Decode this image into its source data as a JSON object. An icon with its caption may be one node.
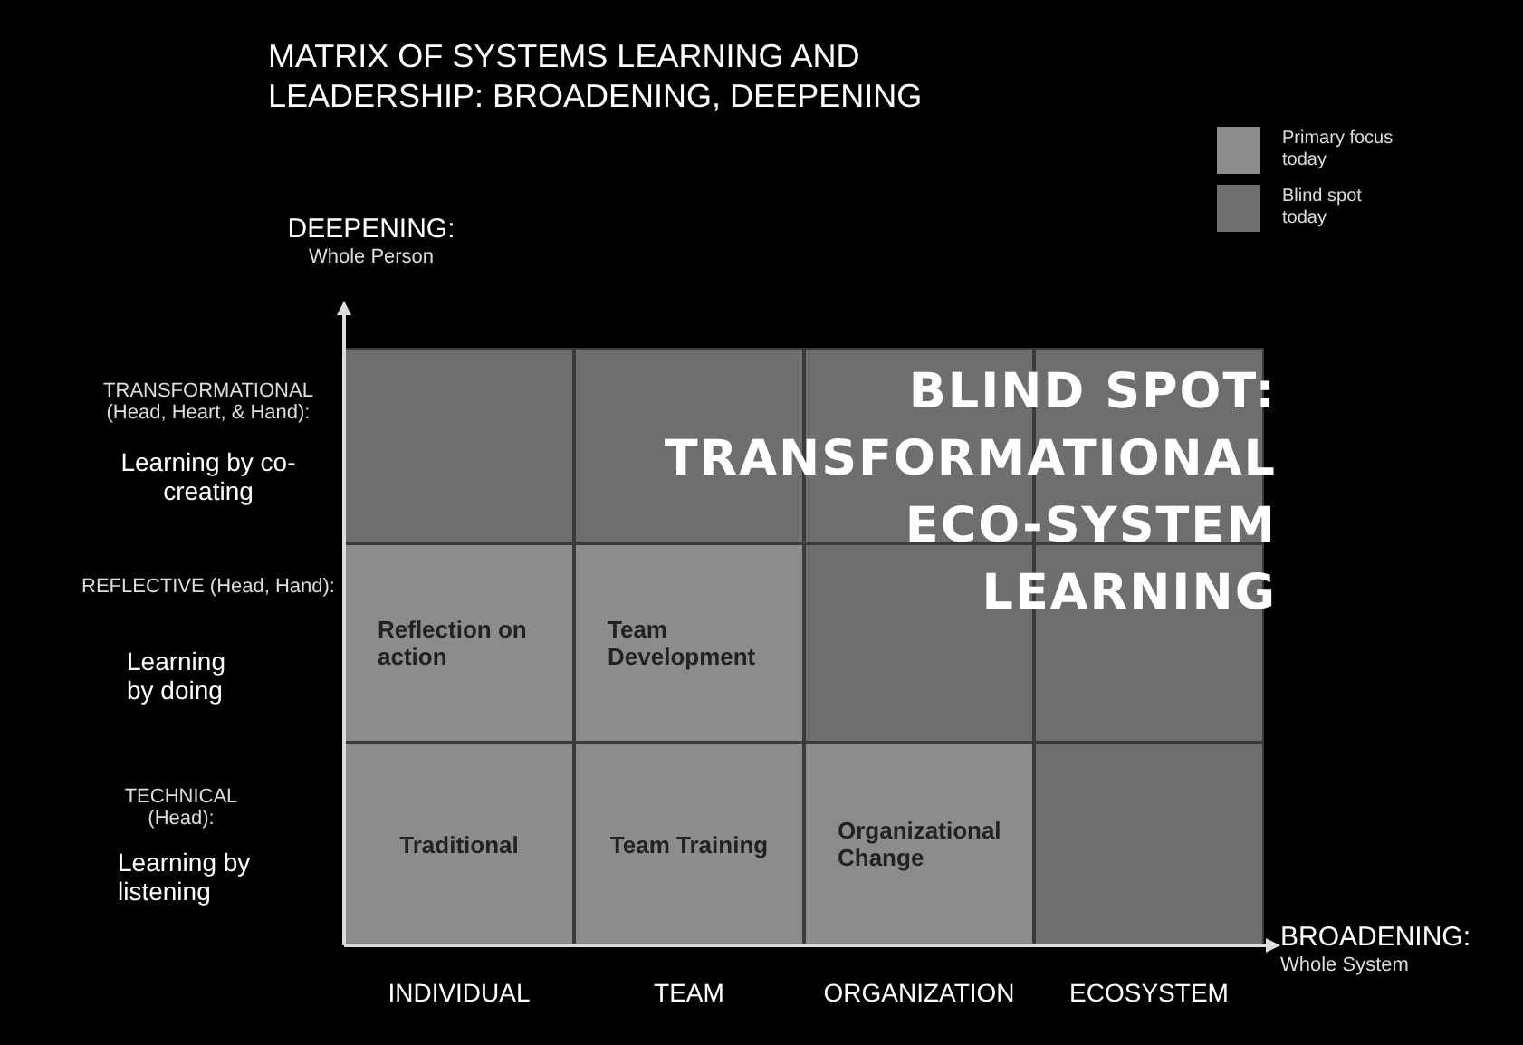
{
  "diagram": {
    "title": "MATRIX OF SYSTEMS LEARNING AND LEADERSHIP: BROADENING, DEEPENING",
    "nodes": [
      {
        "text": [],
        "shape": "box"
      },
      {
        "text": [],
        "shape": "box"
      },
      {
        "text": [],
        "shape": "box"
      },
      {
        "text": [],
        "shape": "box"
      },
      {
        "text": [
          "Reflection on action"
        ]
      },
      {
        "text": [
          "Team Development"
        ]
      },
      {
        "text": [],
        "shape": "box"
      },
      {
        "text": [],
        "shape": "box"
      },
      {
        "text": [
          "Traditional"
        ]
      },
      {
        "text": [
          "Team Training"
        ]
      },
      {
        "text": [
          "Organizational Change"
        ]
      },
      {
        "text": [],
        "shape": "box"
      }
    ],
    "labels": [
      "DEEPENING:",
      "Whole Person",
      "TRANSFORMATIONAL (Head, Heart, & Hand):",
      "Learning by co-creating",
      "BLIND SPOT: TRANSFORMATIONAL ECO-SYSTEM LEARNING",
      "REFLECTIVE (Head, Hand):",
      "Learning by doing",
      "TECHNICAL (Head):",
      "Learning by listening",
      "BROADENING:",
      "Whole System",
      "INDIVIDUAL",
      "TEAM",
      "ORGANIZATION",
      "ECOSYSTEM"
    ],
    "legend": [
      {
        "text": "Primary focus today",
        "color": "#8c8c8c"
      },
      {
        "text": "Blind spot today",
        "color": "#6e6e6e"
      }
    ]
  }
}
